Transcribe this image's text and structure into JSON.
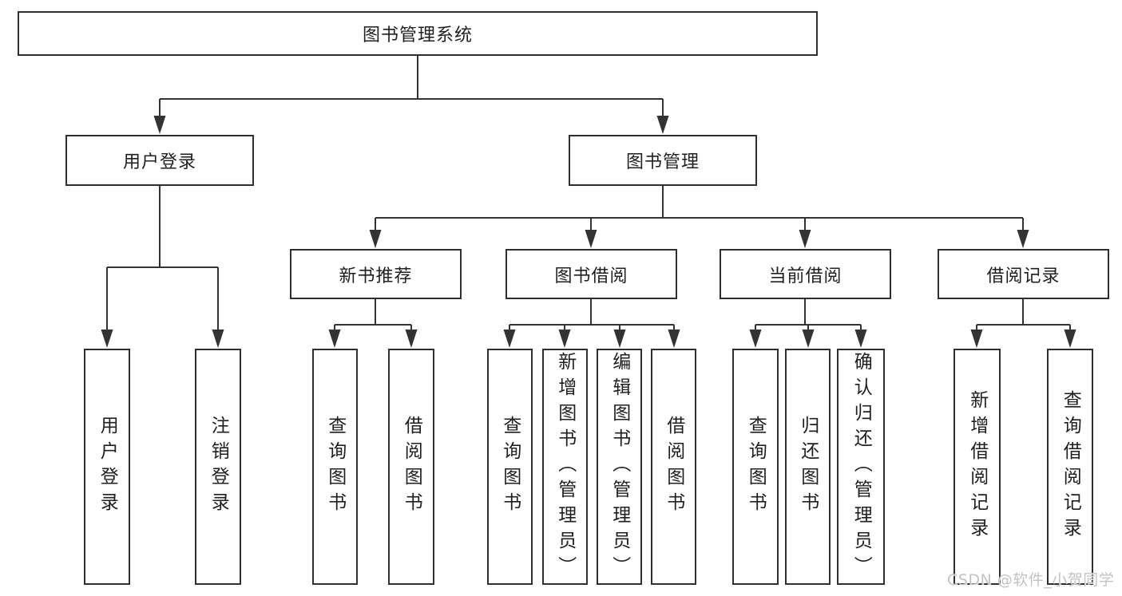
{
  "diagram": {
    "root": {
      "label": "图书管理系统"
    },
    "level2": [
      {
        "label": "用户登录",
        "parent": "图书管理系统"
      },
      {
        "label": "图书管理",
        "parent": "图书管理系统"
      }
    ],
    "level3": [
      {
        "label": "新书推荐",
        "parent": "图书管理"
      },
      {
        "label": "图书借阅",
        "parent": "图书管理"
      },
      {
        "label": "当前借阅",
        "parent": "图书管理"
      },
      {
        "label": "借阅记录",
        "parent": "图书管理"
      }
    ],
    "leaves": [
      {
        "label": "用户登录",
        "parent": "用户登录"
      },
      {
        "label": "注销登录",
        "parent": "用户登录"
      },
      {
        "label": "查询图书",
        "parent": "新书推荐"
      },
      {
        "label": "借阅图书",
        "parent": "新书推荐"
      },
      {
        "label": "查询图书",
        "parent": "图书借阅"
      },
      {
        "label": "新增图书（管理员）",
        "parent": "图书借阅"
      },
      {
        "label": "编辑图书（管理员）",
        "parent": "图书借阅"
      },
      {
        "label": "借阅图书",
        "parent": "图书借阅"
      },
      {
        "label": "查询图书",
        "parent": "当前借阅"
      },
      {
        "label": "归还图书",
        "parent": "当前借阅"
      },
      {
        "label": "确认归还（管理员）",
        "parent": "当前借阅"
      },
      {
        "label": "新增借阅记录",
        "parent": "借阅记录"
      },
      {
        "label": "查询借阅记录",
        "parent": "借阅记录"
      }
    ]
  },
  "watermark": "CSDN @软件_小贺同学",
  "colors": {
    "line": "#333333",
    "box_border": "#2f2f2f",
    "text": "#1f1f1f",
    "watermark": "#c3c3c3",
    "background": "#ffffff"
  }
}
